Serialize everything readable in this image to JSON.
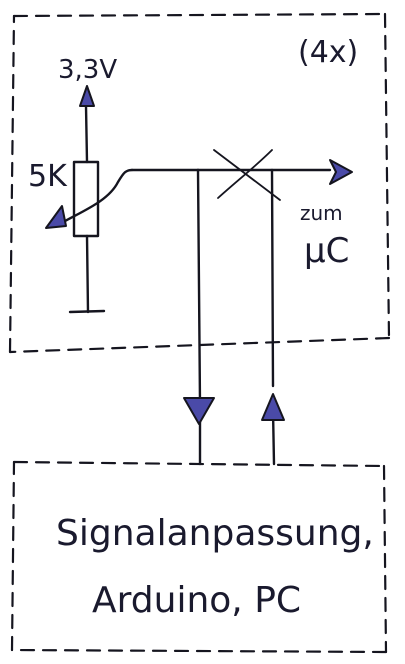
{
  "labels": {
    "supply": "3,3V",
    "resistor": "5K",
    "multiplier": "(4x)",
    "to_mc_line1": "zum",
    "to_mc_line2": "µC",
    "box_line1": "Signalanpassung,",
    "box_line2": "Arduino, PC"
  },
  "colors": {
    "ink": "#15151f",
    "arrow_fill": "#4a4aa8"
  }
}
